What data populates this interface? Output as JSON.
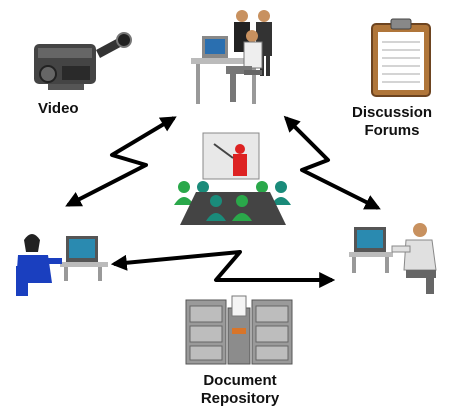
{
  "labels": {
    "video": "Video",
    "discussion_line1": "Discussion",
    "discussion_line2": "Forums",
    "document_line1": "Document",
    "document_line2": "Repository"
  }
}
